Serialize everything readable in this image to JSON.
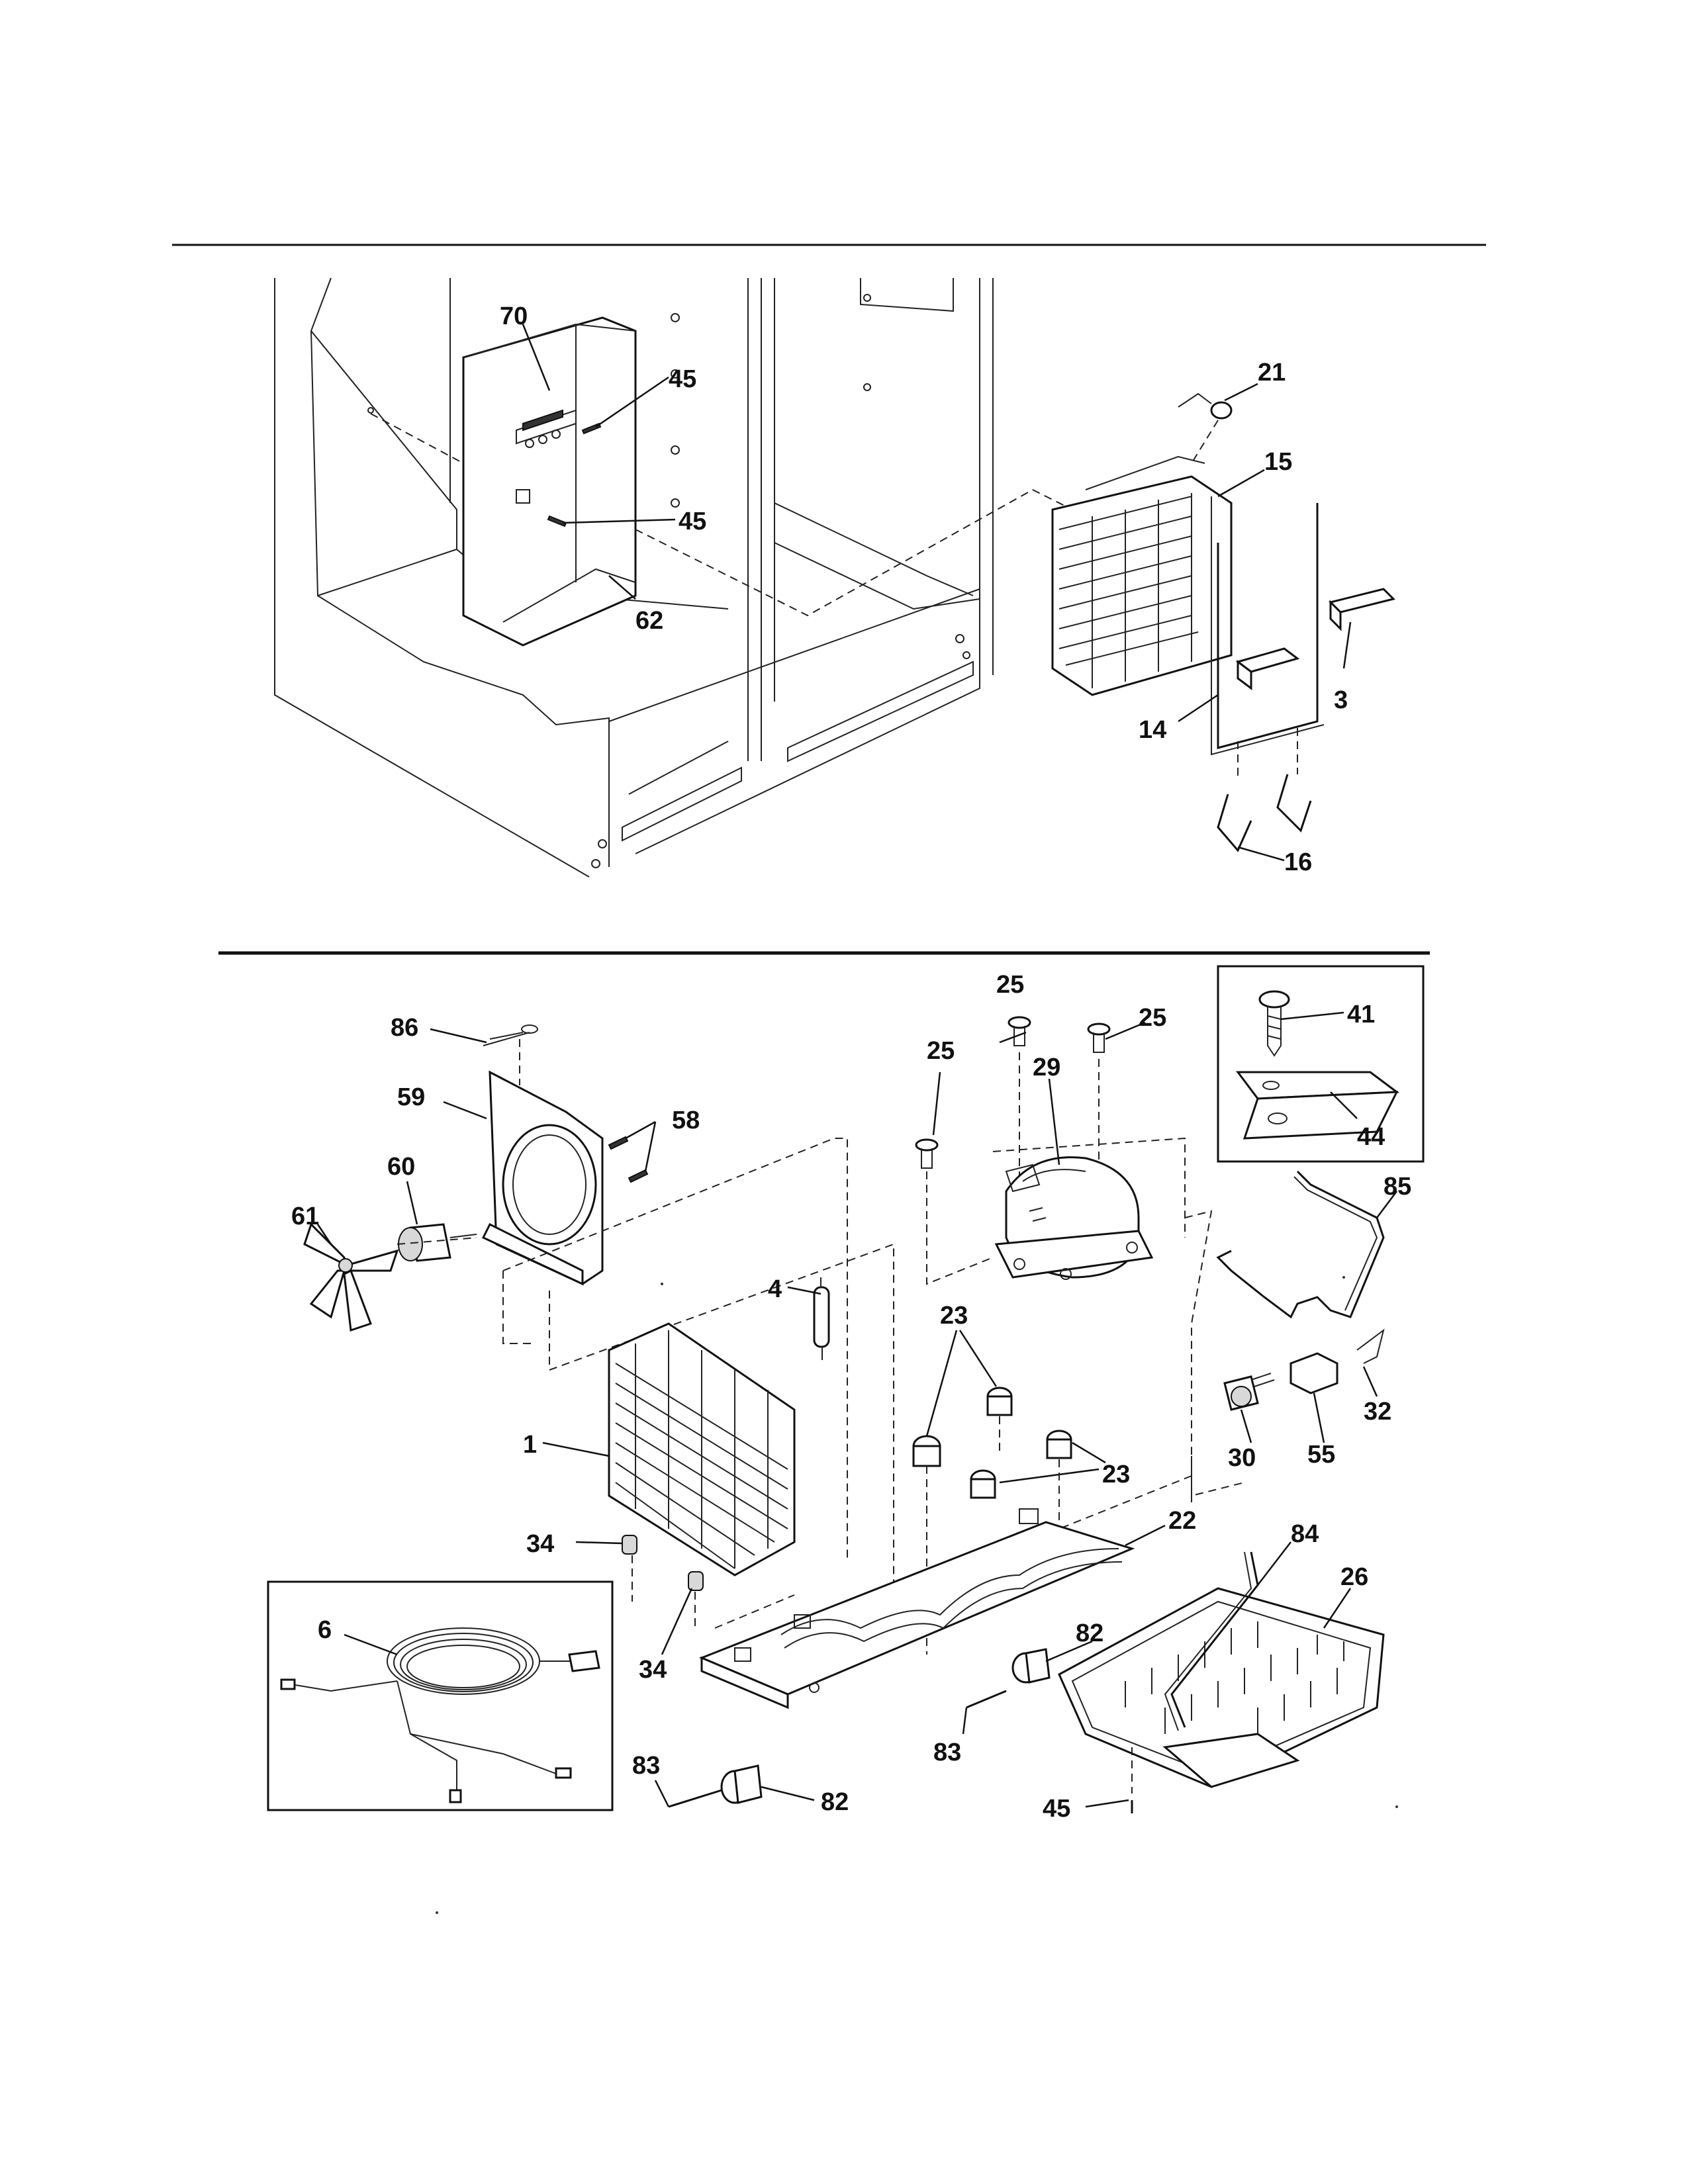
{
  "upper_section": {
    "callouts": [
      "70",
      "45",
      "45",
      "62",
      "21",
      "15",
      "3",
      "14",
      "16"
    ]
  },
  "lower_section": {
    "callouts": [
      "86",
      "59",
      "58",
      "60",
      "61",
      "25",
      "25",
      "25",
      "29",
      "41",
      "44",
      "85",
      "4",
      "23",
      "23",
      "1",
      "34",
      "34",
      "22",
      "84",
      "26",
      "6",
      "82",
      "82",
      "83",
      "83",
      "45",
      "30",
      "55",
      "32"
    ]
  }
}
